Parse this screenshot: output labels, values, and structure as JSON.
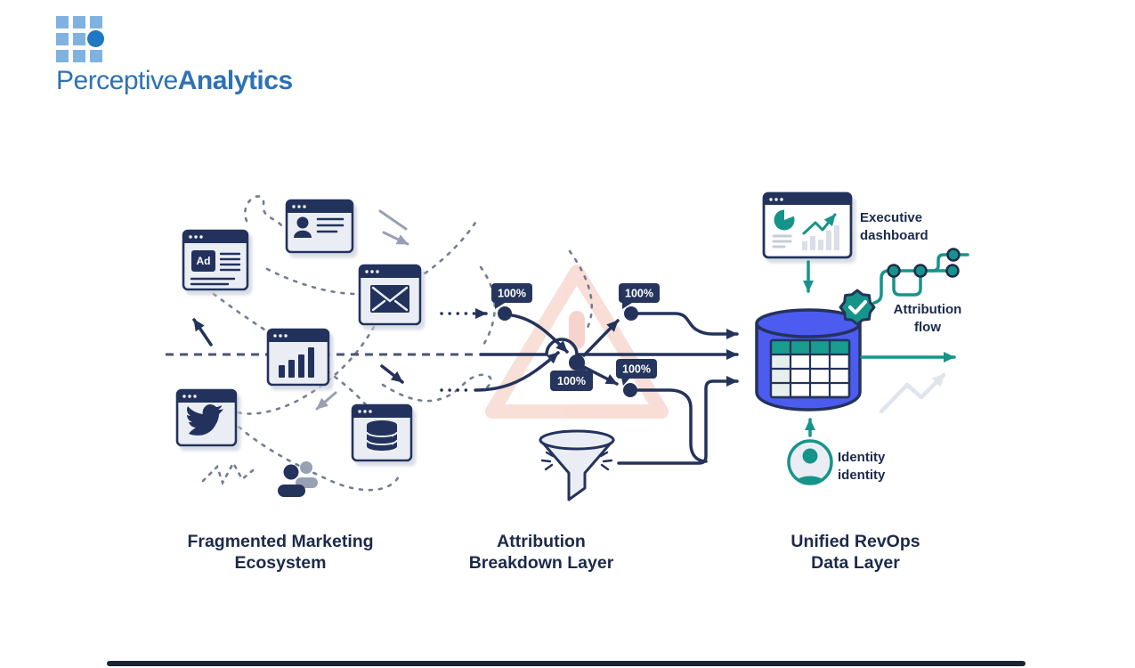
{
  "logo": {
    "brand_regular": "Perceptive",
    "brand_bold": "Analytics"
  },
  "labels": {
    "left": {
      "line1": "Fragmented Marketing",
      "line2": "Ecosystem"
    },
    "middle": {
      "line1": "Attribution",
      "line2": "Breakdown Layer"
    },
    "right": {
      "line1": "Unified RevOps",
      "line2": "Data Layer"
    }
  },
  "annotations": {
    "executive": {
      "line1": "Executive",
      "line2": "dashboard"
    },
    "flow": {
      "line1": "Attribution",
      "line2": "flow"
    },
    "identity": {
      "line1": "Identity",
      "line2": "identity"
    }
  },
  "badges": [
    "100%",
    "100%",
    "100%",
    "100%"
  ],
  "icons": {
    "ad_label": "Ad"
  },
  "colors": {
    "navy": "#24335B",
    "text_navy": "#1C2A4B",
    "teal": "#17948A",
    "cylinder_blue": "#4C5CF0",
    "table_header_teal": "#1A9C8F",
    "warning_salmon": "#F7D9D1",
    "gray_arrow": "#98A1B3",
    "light_gray": "#E0E4EB",
    "logo_blue": "#2E71B5",
    "logo_light_square": "#7FB2E1",
    "logo_dark_dot": "#1F78C1"
  }
}
